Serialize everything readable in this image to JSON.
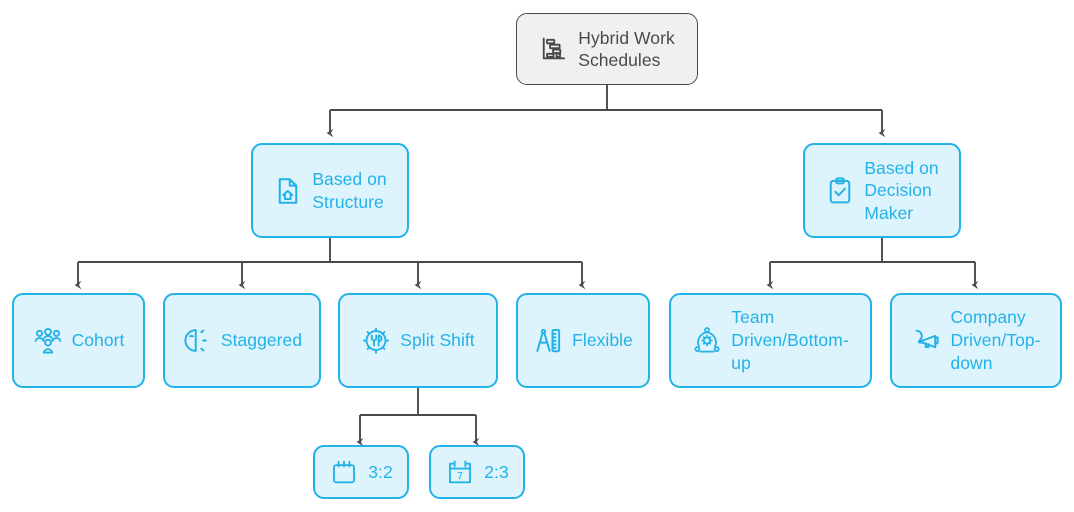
{
  "diagram": {
    "title": "Hybrid Work Schedules",
    "type": "tree",
    "colors": {
      "root_fill": "#f0f0f0",
      "root_border": "#4a4a4a",
      "root_text": "#4a4a4a",
      "node_fill": "#def4fc",
      "node_border": "#23b2e8",
      "node_text": "#23b2e8",
      "edge": "#4a4a4a",
      "background": "#ffffff"
    }
  },
  "nodes": {
    "root": {
      "label": "Hybrid Work\nSchedules",
      "icon": "gantt-chart-icon"
    },
    "based_on_structure": {
      "label": "Based on\nStructure",
      "icon": "document-home-icon"
    },
    "based_on_decision_maker": {
      "label": "Based on\nDecision\nMaker",
      "icon": "clipboard-check-icon"
    },
    "cohort": {
      "label": "Cohort",
      "icon": "user-group-icon"
    },
    "staggered": {
      "label": "Staggered",
      "icon": "half-circle-rays-icon"
    },
    "split_shift": {
      "label": "Split Shift",
      "icon": "clock-utensils-icon"
    },
    "flexible": {
      "label": "Flexible",
      "icon": "compass-ruler-icon"
    },
    "team_driven": {
      "label": "Team\nDriven/Bottom-\nup",
      "icon": "team-gear-icon"
    },
    "company_driven": {
      "label": "Company\nDriven/Top-\ndown",
      "icon": "megaphone-icon"
    },
    "ratio_three_two": {
      "label": "3:2",
      "icon": "calendar-icon"
    },
    "ratio_two_three": {
      "label": "2:3",
      "icon": "calendar-day-icon"
    }
  },
  "edges": [
    {
      "from": "root",
      "to": "based_on_structure"
    },
    {
      "from": "root",
      "to": "based_on_decision_maker"
    },
    {
      "from": "based_on_structure",
      "to": "cohort"
    },
    {
      "from": "based_on_structure",
      "to": "staggered"
    },
    {
      "from": "based_on_structure",
      "to": "split_shift"
    },
    {
      "from": "based_on_structure",
      "to": "flexible"
    },
    {
      "from": "based_on_decision_maker",
      "to": "team_driven"
    },
    {
      "from": "based_on_decision_maker",
      "to": "company_driven"
    },
    {
      "from": "split_shift",
      "to": "ratio_three_two"
    },
    {
      "from": "split_shift",
      "to": "ratio_two_three"
    }
  ]
}
